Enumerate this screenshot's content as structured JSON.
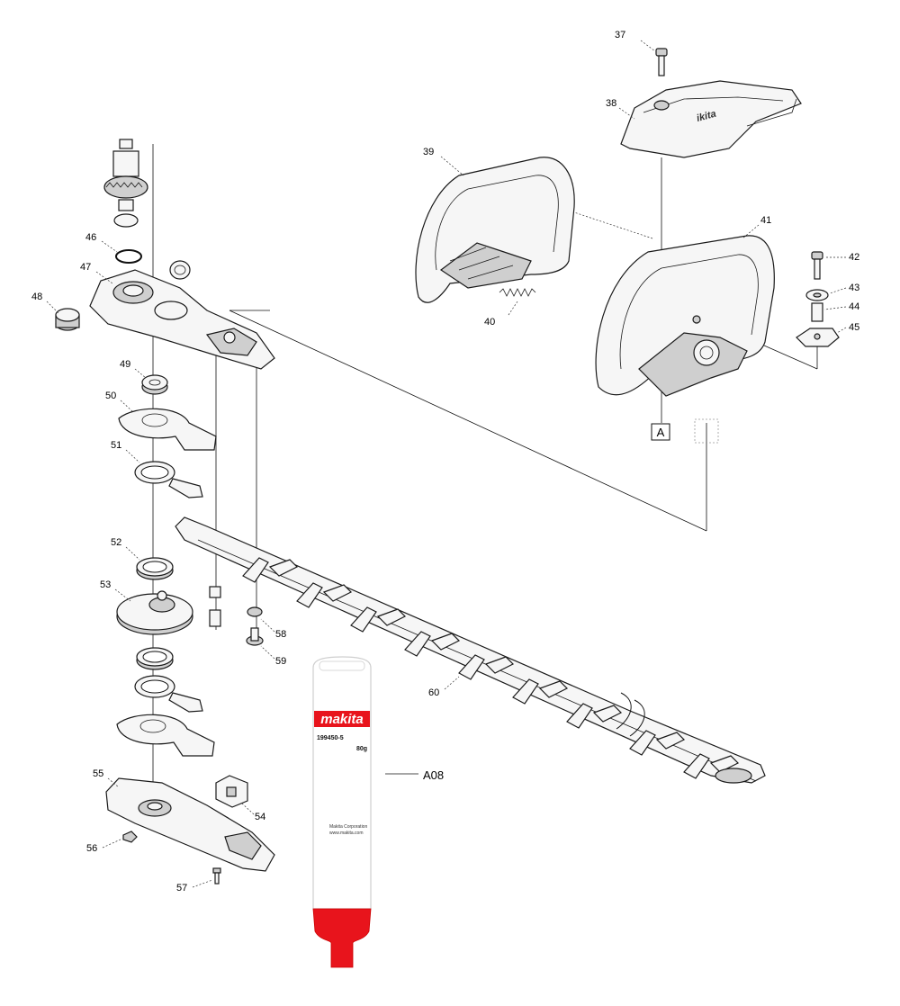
{
  "callouts": {
    "p37": "37",
    "p38": "38",
    "p39": "39",
    "p40": "40",
    "p41": "41",
    "p42": "42",
    "p43": "43",
    "p44": "44",
    "p45": "45",
    "p46": "46",
    "p47": "47",
    "p48": "48",
    "p49": "49",
    "p50": "50",
    "p51": "51",
    "p52": "52",
    "p53": "53",
    "p54": "54",
    "p55": "55",
    "p56": "56",
    "p57": "57",
    "p58": "58",
    "p59": "59",
    "p60": "60",
    "a08": "A08"
  },
  "ref_label": "A",
  "grease_tube": {
    "brand": "makita",
    "part_number": "199450-5",
    "weight": "80g",
    "maker_line": "Makita Corporation",
    "url_line": "www.makita.com",
    "cap_color": "#e8141c"
  }
}
